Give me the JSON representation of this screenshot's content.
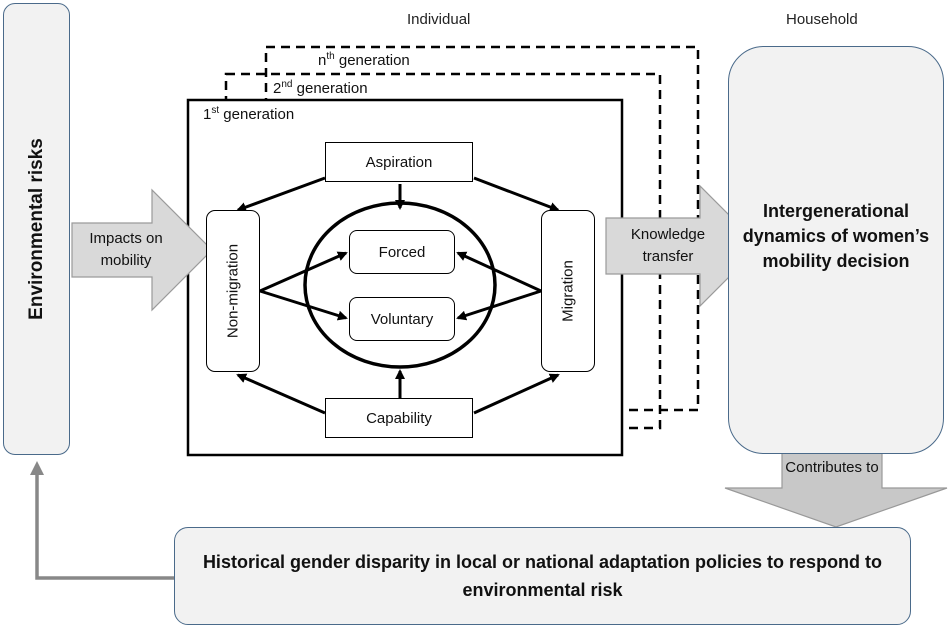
{
  "headers": {
    "individual": "Individual",
    "household": "Household"
  },
  "environmental_risks": "Environmental risks",
  "impacts_on_mobility": "Impacts on mobility",
  "generations": {
    "first": {
      "n": "1",
      "sup": "st",
      "label": "generation"
    },
    "second": {
      "n": "2",
      "sup": "nd",
      "label": "generation"
    },
    "nth": {
      "n": "n",
      "sup": "th",
      "label": "generation"
    }
  },
  "aspiration": "Aspiration",
  "capability": "Capability",
  "non_migration": "Non-migration",
  "migration": "Migration",
  "forced": "Forced",
  "voluntary": "Voluntary",
  "knowledge_transfer": "Knowledge transfer",
  "intergenerational": "Intergenerational dynamics of women’s mobility decision",
  "contributes_to": "Contributes to",
  "historical": "Historical gender disparity in local or national adaptation policies to respond to environmental risk"
}
